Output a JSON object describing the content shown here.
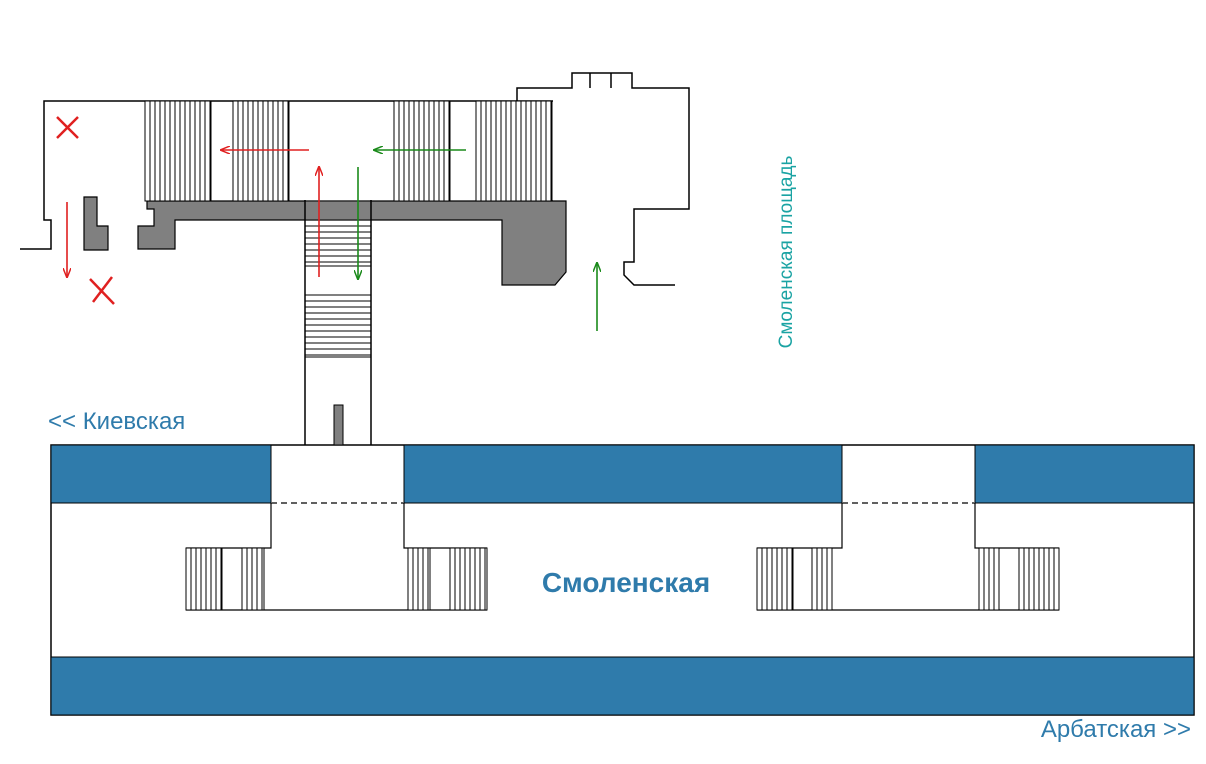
{
  "labels": {
    "station_name": "Смоленская",
    "direction_left": "<< Киевская",
    "direction_right": "Арбатская >>",
    "square": "Смоленская площадь"
  },
  "colors": {
    "track": "#2f7bab",
    "station_text": "#2f7bab",
    "square_text": "#1aa3a3",
    "structure": "#808080",
    "line": "#000000",
    "arrow_exit": "#e02020",
    "arrow_enter": "#1a8a1a",
    "closed_mark": "#e02020"
  },
  "legend": {
    "arrow_exit_icon": "red-arrow-icon",
    "arrow_enter_icon": "green-arrow-icon",
    "closed_icon": "cross-icon"
  }
}
